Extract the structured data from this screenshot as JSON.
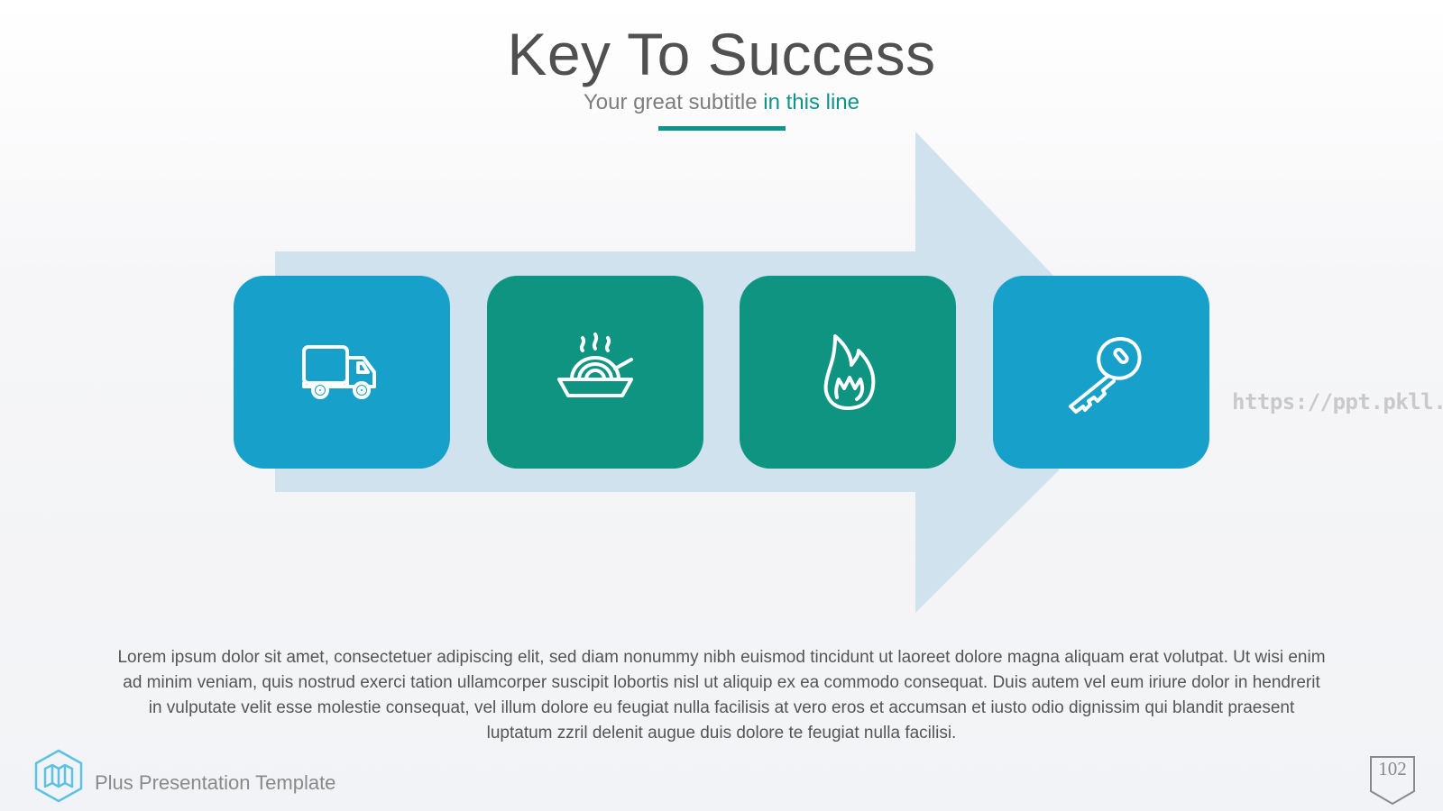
{
  "slide": {
    "title": "Key To Success",
    "subtitle_main": "Your great subtitle ",
    "subtitle_accent": "in this line",
    "watermark": "https://ppt.pkll.de",
    "body_text": "Lorem ipsum dolor sit amet, consectetuer adipiscing elit, sed diam nonummy nibh euismod tincidunt ut laoreet dolore magna aliquam erat volutpat. Ut wisi enim ad minim veniam, quis nostrud exerci tation ullamcorper suscipit lobortis nisl ut aliquip ex ea commodo consequat. Duis autem vel eum iriure dolor in hendrerit in vulputate velit esse molestie consequat, vel illum dolore eu feugiat nulla facilisis at vero eros et accumsan et iusto odio dignissim qui blandit praesent luptatum zzril delenit augue duis dolore te feugiat nulla facilisi.",
    "footer_text": "Plus Presentation Template",
    "page_number": "102"
  },
  "steps": [
    {
      "icon": "truck-icon",
      "color": "#17a0c9"
    },
    {
      "icon": "noodle-bowl-icon",
      "color": "#0f9482"
    },
    {
      "icon": "flame-icon",
      "color": "#0f9482"
    },
    {
      "icon": "key-icon",
      "color": "#17a0c9"
    }
  ],
  "colors": {
    "accent": "#0e9488",
    "blue": "#17a0c9",
    "teal": "#0f9482",
    "arrow": "#cfe2ee"
  }
}
